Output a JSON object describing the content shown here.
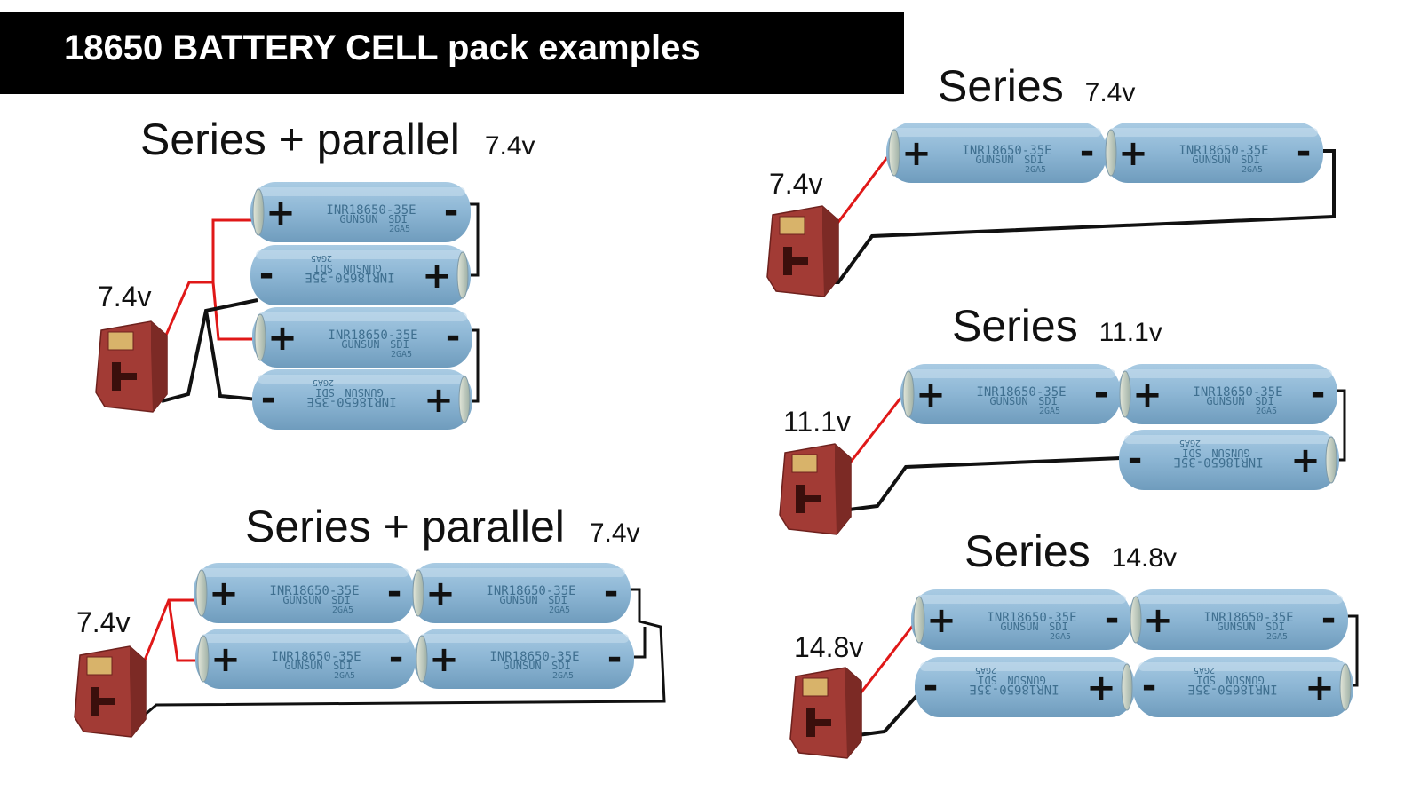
{
  "header": {
    "title": "18650 BATTERY CELL pack examples"
  },
  "colors": {
    "banner": "#000000",
    "cell_body": "#8fb8d6",
    "cell_cap": "#c7d3bf",
    "cell_text": "#3f6f8f",
    "positive_wire": "#e01818",
    "negative_wire": "#111111",
    "connector": "#a23b35"
  },
  "cell_print": {
    "line1": "INR18650-35E",
    "line2": "GUNSUN",
    "line3": "SDI",
    "line4": "2GA5"
  },
  "symbols": {
    "plus": "+",
    "minus": "-"
  },
  "icons": [
    "battery-cell-icon",
    "t-plug-connector-icon"
  ],
  "diagrams": [
    {
      "id": "sp-top",
      "title": "Series + parallel",
      "voltage": "7.4v",
      "connector_label": "7.4v"
    },
    {
      "id": "sp-bottom",
      "title": "Series + parallel",
      "voltage": "7.4v",
      "connector_label": "7.4v"
    },
    {
      "id": "s-74",
      "title": "Series",
      "voltage": "7.4v",
      "connector_label": "7.4v"
    },
    {
      "id": "s-111",
      "title": "Series",
      "voltage": "11.1v",
      "connector_label": "11.1v"
    },
    {
      "id": "s-148",
      "title": "Series",
      "voltage": "14.8v",
      "connector_label": "14.8v"
    }
  ]
}
